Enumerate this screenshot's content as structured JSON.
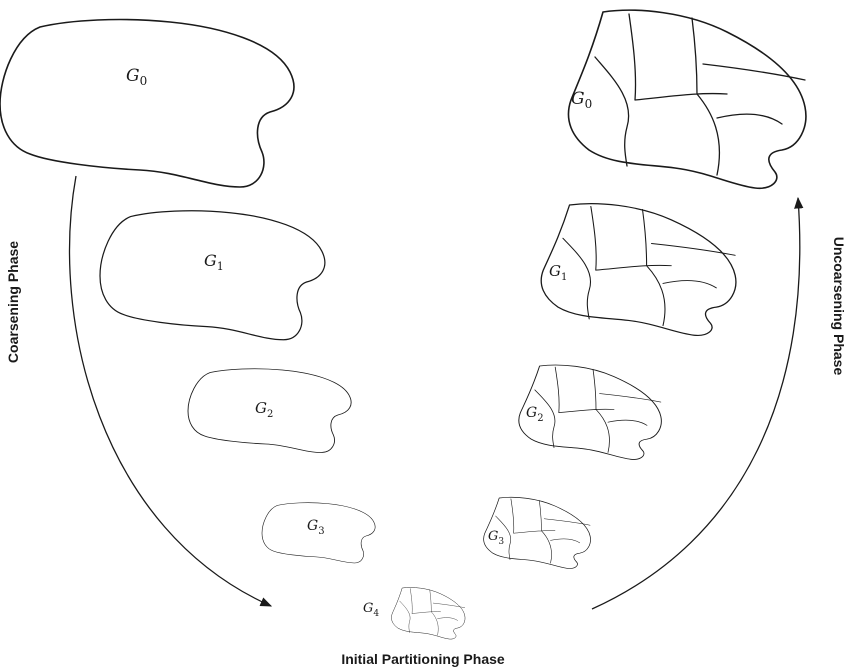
{
  "phases": {
    "coarsening": "Coarsening Phase",
    "uncoarsening": "Uncoarsening Phase",
    "initial": "Initial Partitioning Phase"
  },
  "graphs": {
    "g0": {
      "letter": "G",
      "sub": "0"
    },
    "g1": {
      "letter": "G",
      "sub": "1"
    },
    "g2": {
      "letter": "G",
      "sub": "2"
    },
    "g3": {
      "letter": "G",
      "sub": "3"
    },
    "g4": {
      "letter": "G",
      "sub": "4"
    }
  }
}
